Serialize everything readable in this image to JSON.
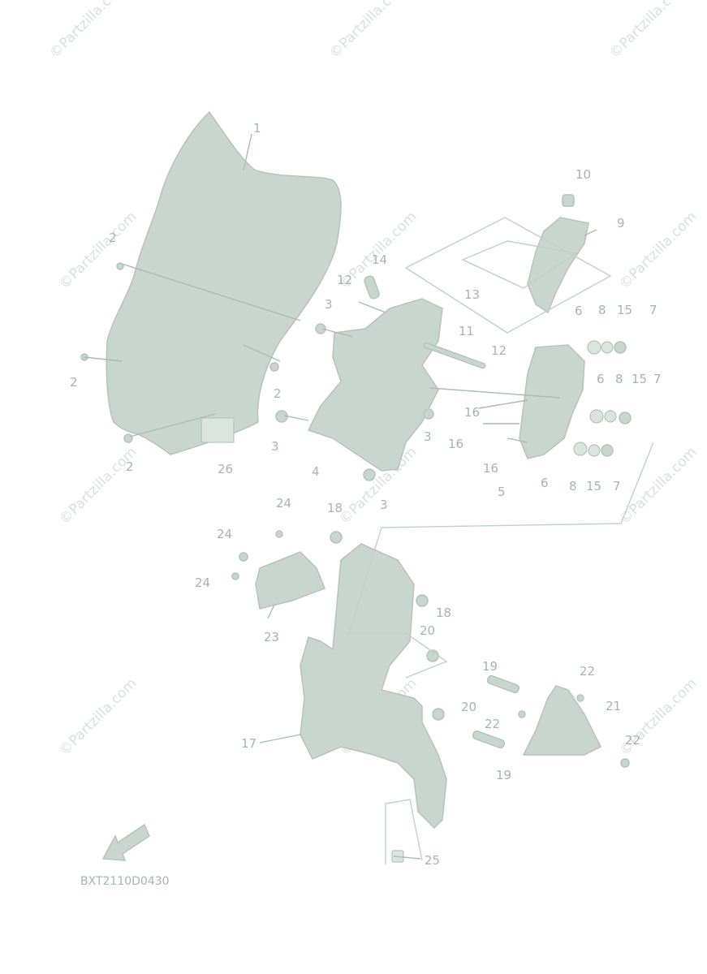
{
  "watermark": "©Partzilla.com",
  "diagram_code": "BXT2110D0430",
  "callouts": [
    "1",
    "2",
    "2",
    "2",
    "2",
    "3",
    "3",
    "3",
    "3",
    "4",
    "5",
    "6",
    "6",
    "6",
    "7",
    "7",
    "7",
    "8",
    "8",
    "8",
    "9",
    "10",
    "11",
    "12",
    "12",
    "13",
    "14",
    "15",
    "15",
    "15",
    "16",
    "16",
    "16",
    "17",
    "18",
    "18",
    "19",
    "19",
    "20",
    "20",
    "21",
    "22",
    "22",
    "22",
    "23",
    "24",
    "24",
    "24",
    "25",
    "26"
  ]
}
